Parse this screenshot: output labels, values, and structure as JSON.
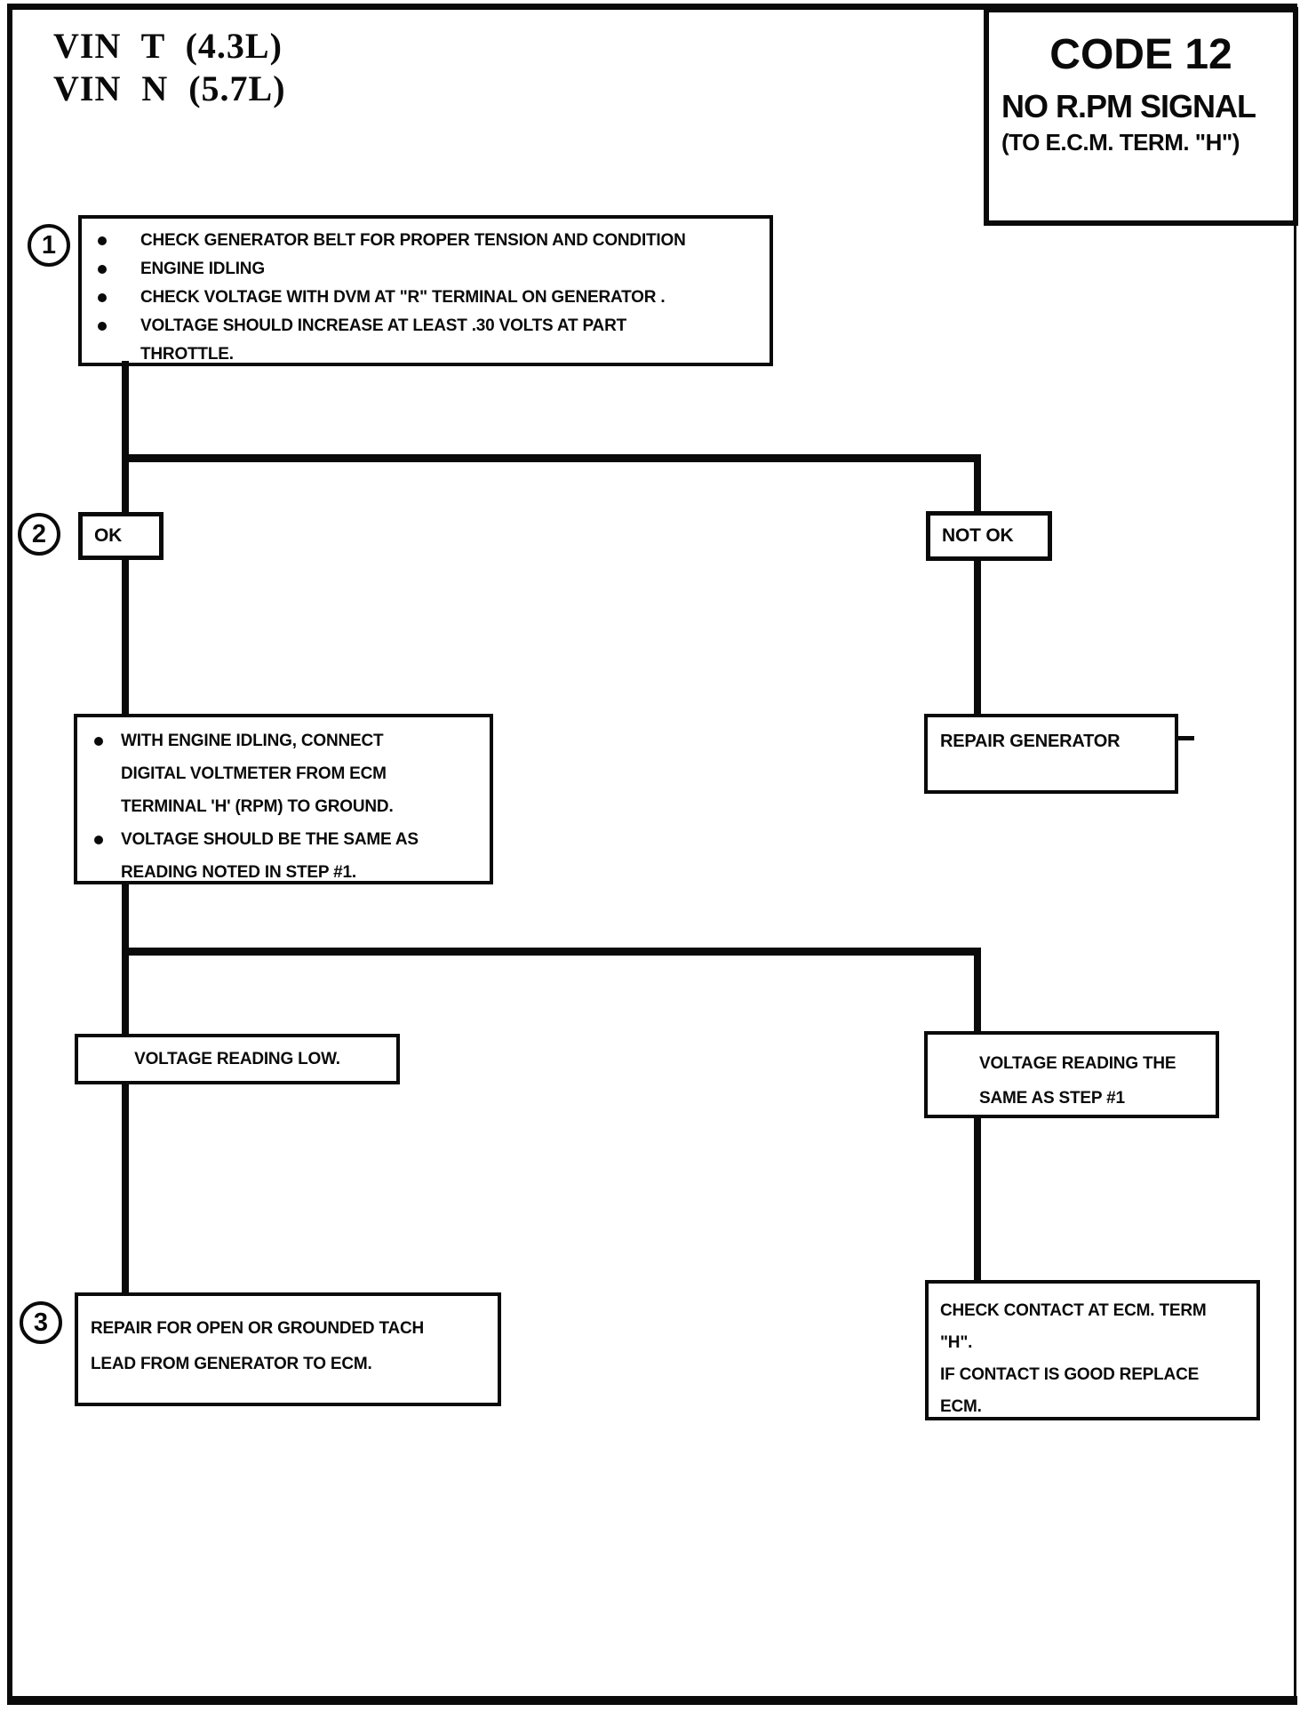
{
  "page": {
    "vin_line1": "VIN T (4.3L)",
    "vin_line2": "VIN N (5.7L)"
  },
  "header": {
    "code": "CODE 12",
    "title": "NO R.PM SIGNAL",
    "subtitle": "(TO E.C.M. TERM. \"H\")"
  },
  "step_numbers": {
    "one": "1",
    "two": "2",
    "three": "3"
  },
  "step1": {
    "lines": [
      {
        "bullet": true,
        "text": "CHECK GENERATOR BELT FOR PROPER TENSION AND CONDITION"
      },
      {
        "bullet": true,
        "text": "ENGINE IDLING"
      },
      {
        "bullet": true,
        "text": "CHECK VOLTAGE WITH DVM AT \"R\" TERMINAL ON GENERATOR ."
      },
      {
        "bullet": true,
        "text": "VOLTAGE SHOULD INCREASE AT LEAST .30 VOLTS AT PART"
      },
      {
        "bullet": false,
        "text": "THROTTLE."
      }
    ]
  },
  "branch1": {
    "left_label": "OK",
    "right_label": "NOT OK"
  },
  "step2": {
    "lines": [
      {
        "bullet": true,
        "text": "WITH ENGINE IDLING,  CONNECT"
      },
      {
        "bullet": false,
        "text": "DIGITAL VOLTMETER FROM ECM"
      },
      {
        "bullet": false,
        "text": "TERMINAL 'H' (RPM) TO GROUND."
      },
      {
        "bullet": true,
        "text": "VOLTAGE SHOULD BE THE SAME AS"
      },
      {
        "bullet": false,
        "text": "READING NOTED IN STEP #1."
      }
    ]
  },
  "repair_generator": {
    "text": "REPAIR GENERATOR"
  },
  "branch2": {
    "left": {
      "line1": "VOLTAGE READING LOW."
    },
    "right": {
      "line1": "VOLTAGE READING THE",
      "line2": "SAME AS STEP #1"
    }
  },
  "step3": {
    "repair_tach": {
      "line1": "REPAIR FOR OPEN OR GROUNDED TACH",
      "line2": "LEAD FROM GENERATOR TO ECM."
    },
    "check_contact": {
      "line1": "CHECK CONTACT AT ECM. TERM",
      "line2": "\"H\".",
      "line3": "IF CONTACT IS GOOD REPLACE",
      "line4": "ECM."
    }
  },
  "colors": {
    "ink": "#0a0a0a",
    "paper": "#ffffff"
  }
}
